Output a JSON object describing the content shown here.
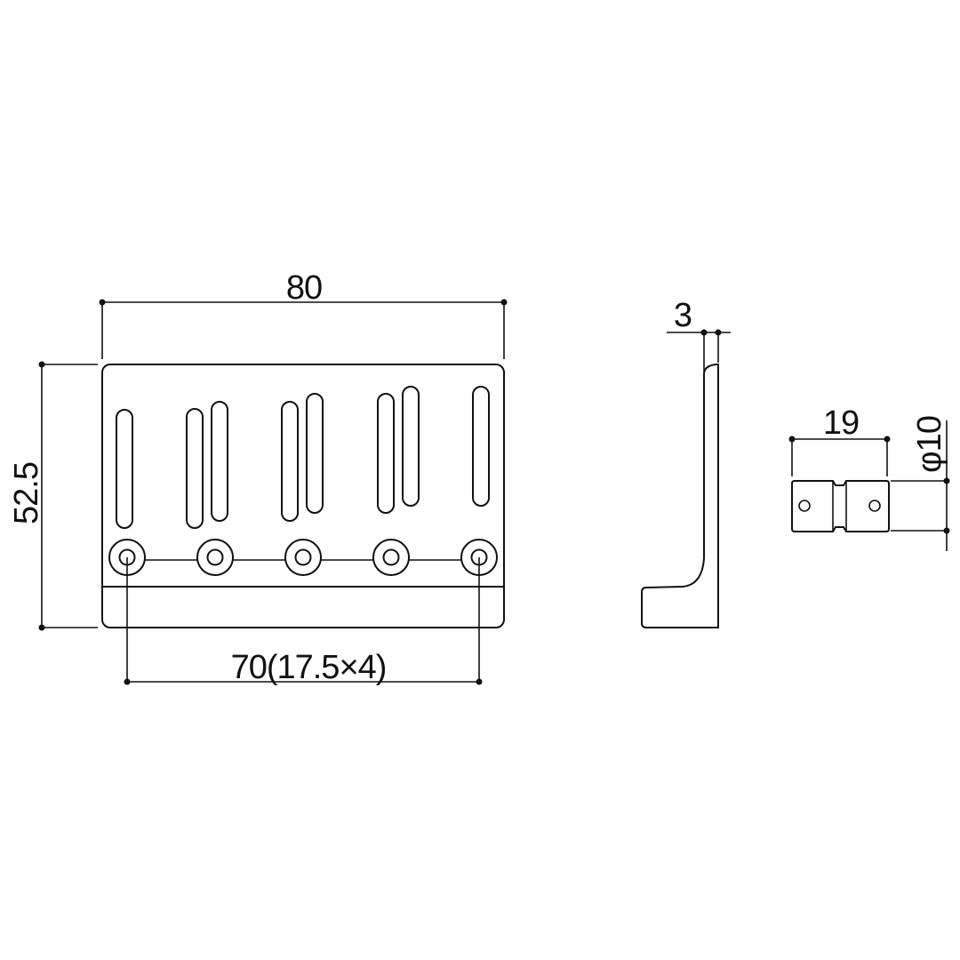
{
  "dimensions": {
    "plate_width": "80",
    "plate_height": "52.5",
    "hole_spacing": "70(17.5×4)",
    "thickness": "3",
    "saddle_length": "19",
    "saddle_diameter": "φ10"
  },
  "colors": {
    "line": "#111111",
    "background": "#ffffff"
  }
}
